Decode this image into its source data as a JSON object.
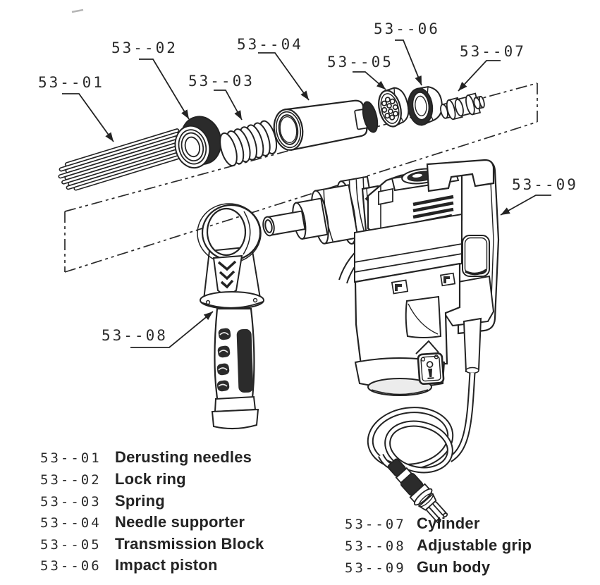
{
  "colors": {
    "background": "#ffffff",
    "line": "#232323",
    "fill_dark": "#2b2b2b"
  },
  "callouts": [
    "53--01",
    "53--02",
    "53--03",
    "53--04",
    "53--05",
    "53--06",
    "53--07",
    "53--08",
    "53--09"
  ],
  "legend": {
    "left": [
      {
        "code": "53--01",
        "name": "Derusting needles"
      },
      {
        "code": "53--02",
        "name": "Lock ring"
      },
      {
        "code": "53--03",
        "name": "Spring"
      },
      {
        "code": "53--04",
        "name": "Needle supporter"
      },
      {
        "code": "53--05",
        "name": "Transmission Block"
      },
      {
        "code": "53--06",
        "name": "Impact piston"
      }
    ],
    "right": [
      {
        "code": "53--07",
        "name": "Cylinder"
      },
      {
        "code": "53--08",
        "name": "Adjustable grip"
      },
      {
        "code": "53--09",
        "name": "Gun body"
      }
    ]
  }
}
